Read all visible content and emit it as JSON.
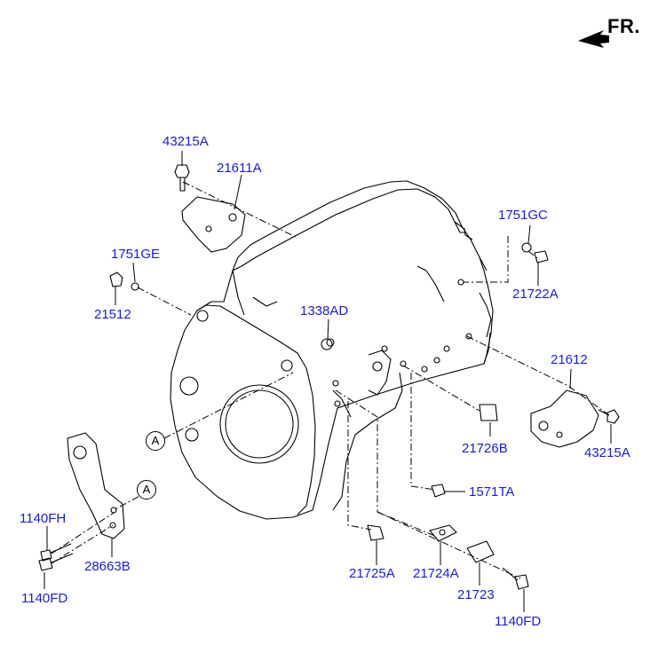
{
  "orientation": {
    "label": "FR."
  },
  "callouts": [
    "A",
    "A"
  ],
  "parts": {
    "p43215A_top": "43215A",
    "p21611A": "21611A",
    "p1751GE": "1751GE",
    "p21512": "21512",
    "p1338AD": "1338AD",
    "p1751GC": "1751GC",
    "p21722A": "21722A",
    "p21612": "21612",
    "p43215A_right": "43215A",
    "p21726B": "21726B",
    "p1571TA": "1571TA",
    "p1140FH": "1140FH",
    "p28663B": "28663B",
    "p1140FD_left": "1140FD",
    "p21725A": "21725A",
    "p21724A": "21724A",
    "p21723": "21723",
    "p1140FD_bottom": "1140FD"
  },
  "colors": {
    "label": "#1a1ae6",
    "line": "#000000"
  }
}
